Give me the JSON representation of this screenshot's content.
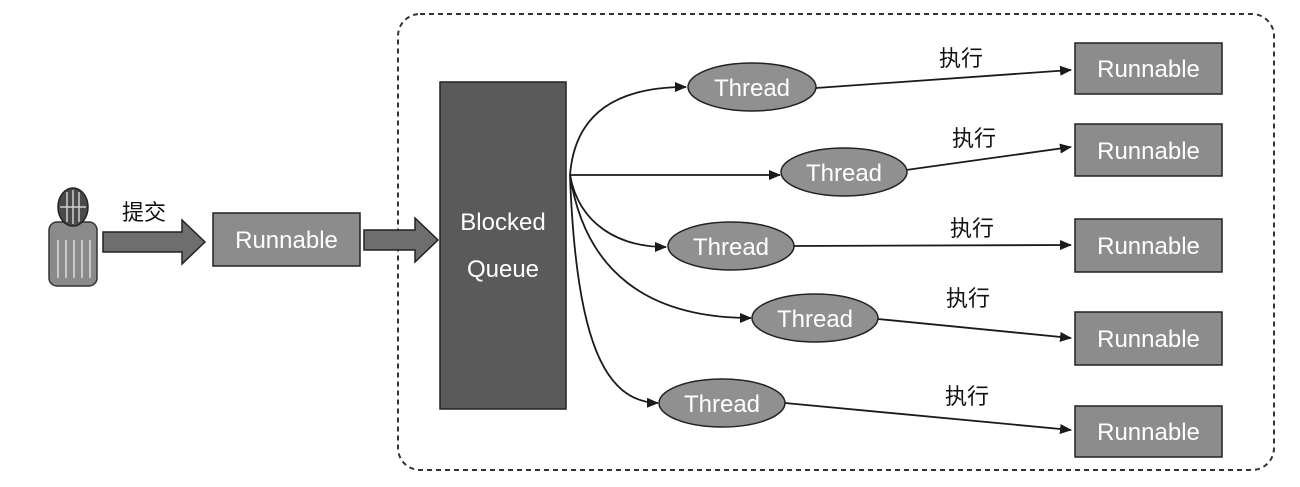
{
  "submit_label": "提交",
  "task_label": "Runnable",
  "queue": {
    "line1": "Blocked",
    "line2": "Queue"
  },
  "threads": [
    {
      "thread_label": "Thread",
      "exec_label": "执行",
      "target_label": "Runnable"
    },
    {
      "thread_label": "Thread",
      "exec_label": "执行",
      "target_label": "Runnable"
    },
    {
      "thread_label": "Thread",
      "exec_label": "执行",
      "target_label": "Runnable"
    },
    {
      "thread_label": "Thread",
      "exec_label": "执行",
      "target_label": "Runnable"
    },
    {
      "thread_label": "Thread",
      "exec_label": "执行",
      "target_label": "Runnable"
    }
  ],
  "colors": {
    "box_fill": "#8c8c8c",
    "queue_fill": "#5a5a5a",
    "thread_fill": "#909090",
    "line": "#1a1a1a",
    "pool_border": "#333333"
  }
}
